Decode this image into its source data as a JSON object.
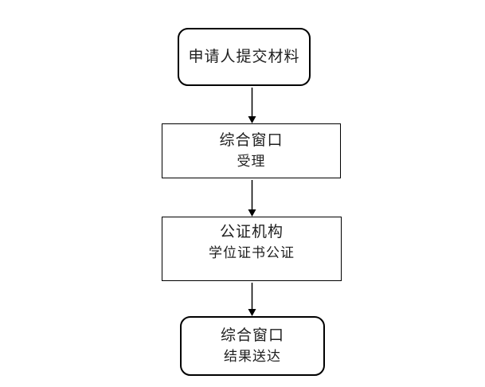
{
  "colors": {
    "background": "#ffffff",
    "stroke": "#000000",
    "text": "#1f1f1f"
  },
  "flowchart": {
    "type": "vertical-process-flow",
    "nodes": [
      {
        "shape": "rounded",
        "lines": [
          "申请人提交材料"
        ]
      },
      {
        "shape": "rect",
        "lines": [
          "综合窗口",
          "受理"
        ]
      },
      {
        "shape": "rect",
        "lines": [
          "公证机构",
          "学位证书公证"
        ]
      },
      {
        "shape": "rounded",
        "lines": [
          "综合窗口",
          "结果送达"
        ]
      }
    ],
    "connectors": [
      {
        "from": 0,
        "to": 1,
        "direction": "down"
      },
      {
        "from": 1,
        "to": 2,
        "direction": "down"
      },
      {
        "from": 2,
        "to": 3,
        "direction": "down"
      }
    ]
  }
}
